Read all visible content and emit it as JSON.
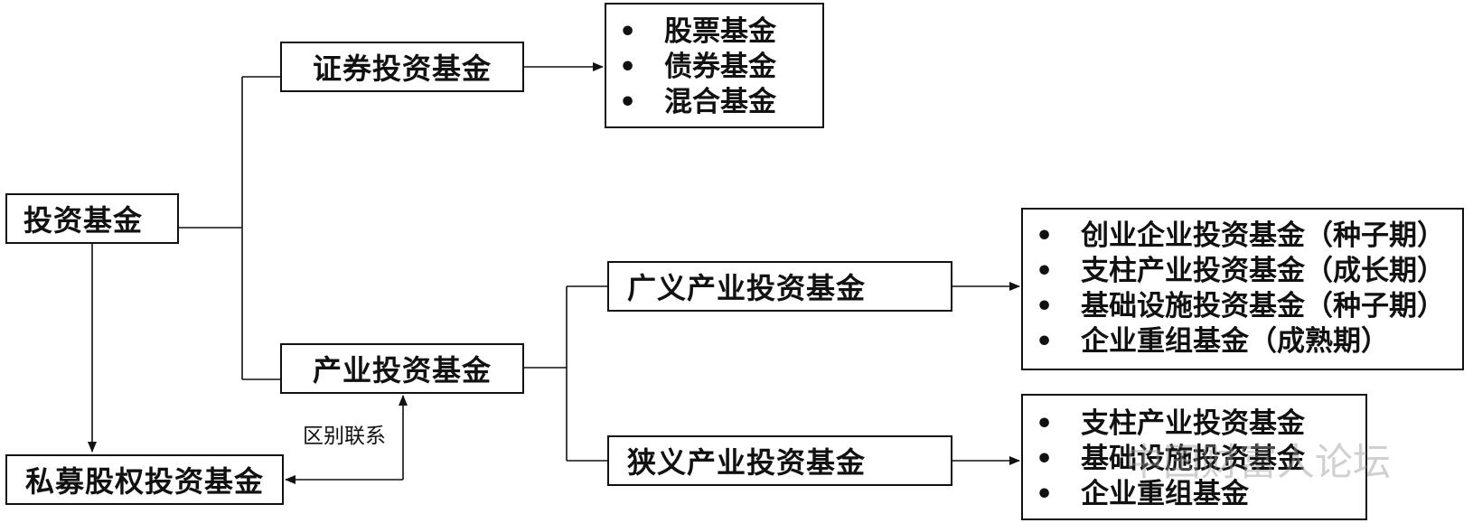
{
  "nodes": {
    "root": "投资基金",
    "securities": "证券投资基金",
    "industry": "产业投资基金",
    "private_equity": "私募股权投资基金",
    "broad_industry": "广义产业投资基金",
    "narrow_industry": "狭义产业投资基金"
  },
  "lists": {
    "securities_types": [
      "股票基金",
      "债券基金",
      "混合基金"
    ],
    "broad_types": [
      "创业企业投资基金（种子期）",
      "支柱产业投资基金（成长期）",
      "基础设施投资基金（种子期）",
      "企业重组基金（成熟期）"
    ],
    "narrow_types": [
      "支柱产业投资基金",
      "基础设施投资基金",
      "企业重组基金"
    ]
  },
  "edge_label": "区别联系",
  "bullet": "•",
  "watermark": "中国财富人论坛"
}
